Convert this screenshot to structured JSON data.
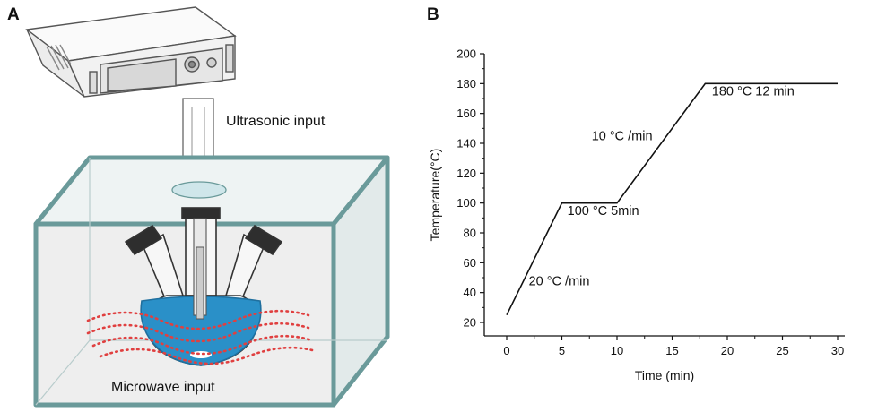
{
  "panel_a": {
    "label": "A",
    "ultrasonic_label": "Ultrasonic input",
    "microwave_label": "Microwave input"
  },
  "panel_b": {
    "label": "B"
  },
  "colors": {
    "box_edge": "#6a9a9a",
    "liquid": "#2a90c8",
    "wave": "#e04040",
    "line": "#111111"
  },
  "chart_data": {
    "type": "line",
    "xlabel": "Time (min)",
    "ylabel": "Temperature(°C)",
    "xlim": [
      0,
      30
    ],
    "ylim": [
      20,
      200
    ],
    "xticks": [
      0,
      5,
      10,
      15,
      20,
      25,
      30
    ],
    "yticks": [
      20,
      40,
      60,
      80,
      100,
      120,
      140,
      160,
      180,
      200
    ],
    "grid": false,
    "series": [
      {
        "x": [
          0,
          5,
          10,
          18,
          30
        ],
        "y": [
          25,
          100,
          100,
          180,
          180
        ]
      }
    ],
    "annotations": [
      {
        "text": "20 °C /min",
        "x": 2,
        "y": 45
      },
      {
        "text": "100 °C 5min",
        "x": 5.5,
        "y": 92
      },
      {
        "text": "10 °C /min",
        "x": 7.7,
        "y": 142
      },
      {
        "text": "180 °C 12 min",
        "x": 18.6,
        "y": 172
      }
    ]
  }
}
